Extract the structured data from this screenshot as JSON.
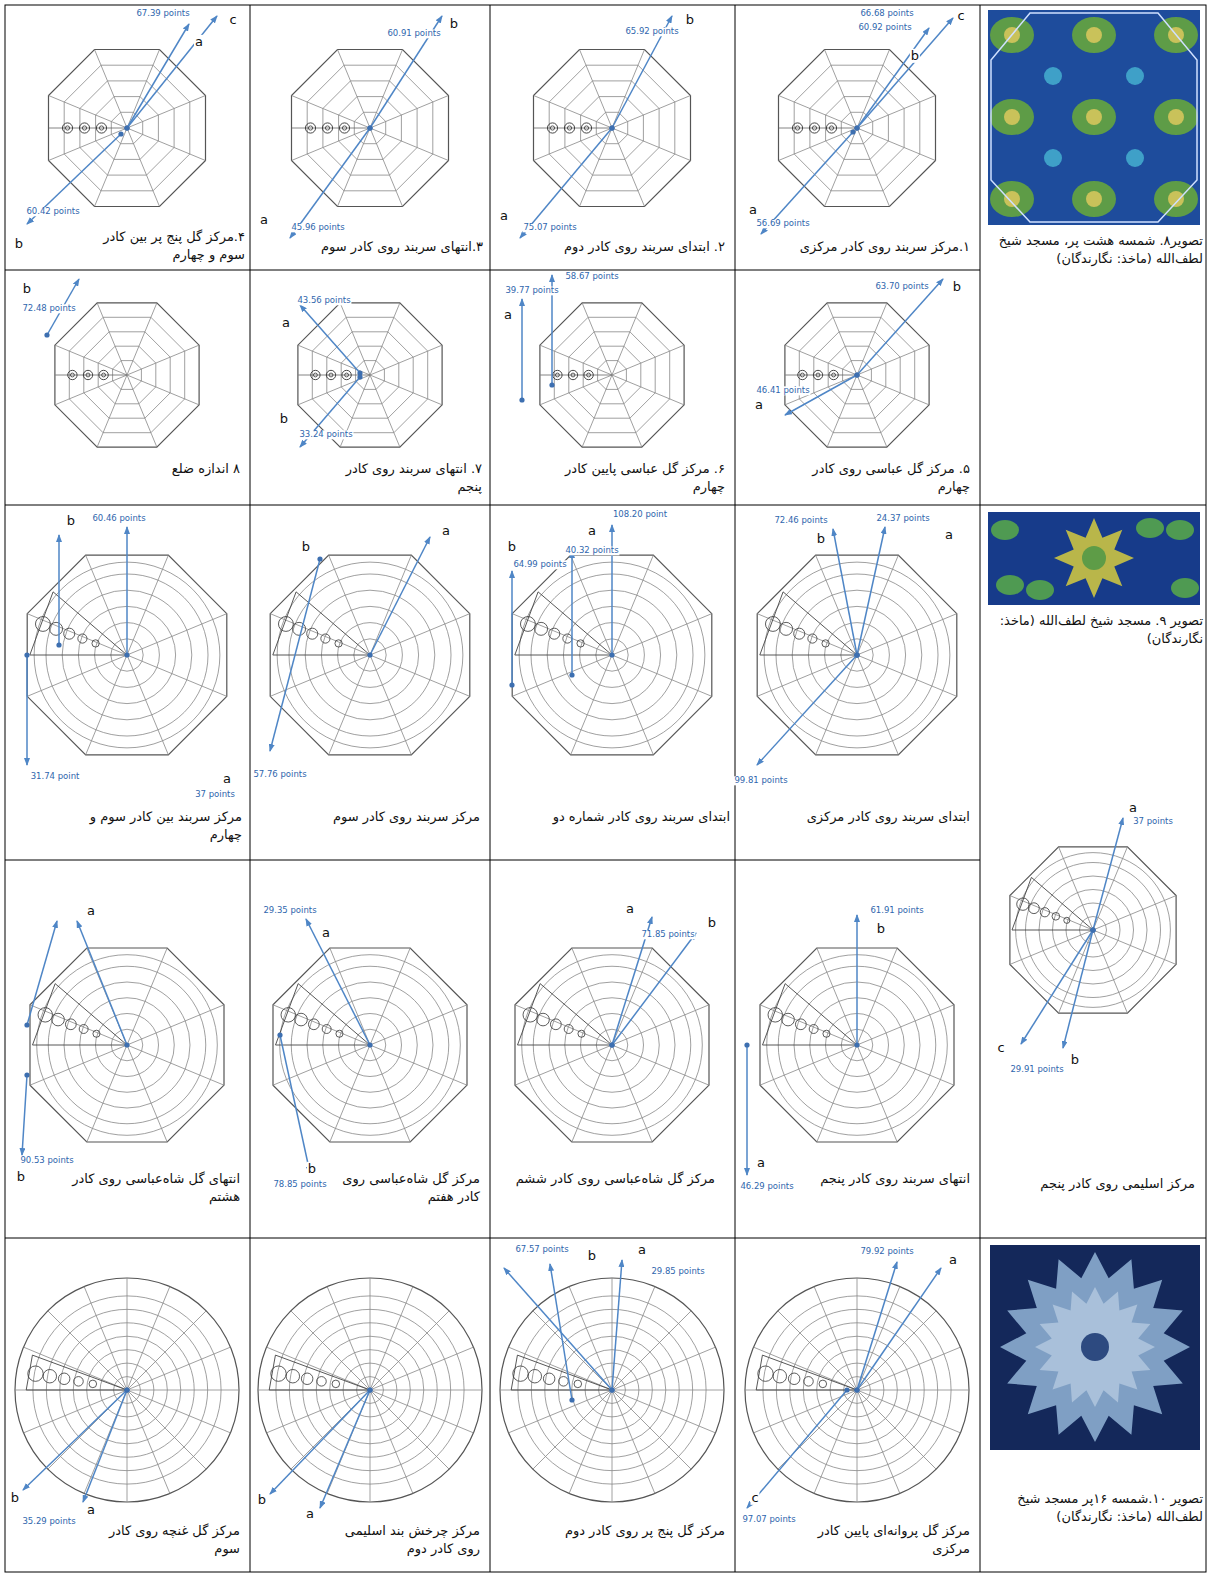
{
  "diagram": {
    "labels": [
      "تصویر۸. شمسه هشت پر، مسجد شیخ لطف‌الله (ماخذ: نگارندگان)",
      "c",
      "b",
      "66.68 points",
      "60.92 points",
      "a",
      "56.69 points",
      "۱.مرکز سربند روی کادر مرکزی",
      "b",
      "65.92 points",
      "a",
      "75.07 points",
      "۲. ابتدای سربند روی کادر دوم",
      "b",
      "60.91 points",
      "a",
      "45.96 points",
      "۳.انتهای سربند روی کادر سوم",
      "c",
      "67.39 points",
      "a",
      "60.42 points",
      "b",
      "۴.مرکز گل پنج پر بین کادر سوم و چهارم",
      "b",
      "63.70 points",
      "a",
      "46.41 points",
      "۵. مرکز گل عباسی روی کادر چهارم",
      "58.67 points",
      "39.77 points",
      "a",
      "۶. مرکز گل عباسی پایین کادر چهارم",
      "a",
      "43.56 points",
      "b",
      "33.24 points",
      "۷. انتهای سربند روی کادر پنجم",
      "b",
      "72.48 points",
      "۸ اندازه ضلع",
      "تصویر ۹. مسجد شیخ لطف‌الله (ماخذ: نگارندگان)",
      "a",
      "b",
      "72.46 points",
      "24.37 points",
      "99.81 points",
      "ابتدای سربند روی کادر مرکزی",
      "108.20 point",
      "a",
      "b",
      "64.99 points",
      "40.32 points",
      "ابتدای سربند روی کادر شماره دو",
      "a",
      "b",
      "57.76 points",
      "مرکز سربند روی کادر سوم",
      "b",
      "60.46 points",
      "31.74 point",
      "a",
      "37 points",
      "مرکز سربند بین کادر سوم و چهارم",
      "a",
      "37 points",
      "b",
      "c",
      "29.91 points",
      "مرکز اسلیمی روی کادر پنجم",
      "61.91 points",
      "b",
      "a",
      "46.29 points",
      "انتهای سربند روی کادر پنجم",
      "a",
      "b",
      "71.85 points",
      "مرکز گل شاه‌عباسی روی کادر ششم",
      "29.35 points",
      "a",
      "b",
      "78.85 points",
      "مرکز گل شاه‌عباسی روی کادر هفتم",
      "a",
      "90.53 points",
      "b",
      "انتهای گل شاه‌عباسی روی کادر هشتم",
      "تصویر ۱۰.شمسه ۱۶پر مسجد شیخ لطف‌الله (ماخذ: نگارندگان)",
      "79.92 points",
      "a",
      "c",
      "97.07 points",
      "مرکز گل پروانه‌ای پایین کادر مرکزی",
      "67.57 points",
      "b",
      "a",
      "29.85 points",
      "مرکز گل پنج پر روی کادر دوم",
      "a",
      "b",
      "مرکز چرخش بند اسلیمی روی کادر دوم",
      "a",
      "b",
      "35.29 points",
      "مرکز گل غنچه روی کادر سوم"
    ]
  }
}
